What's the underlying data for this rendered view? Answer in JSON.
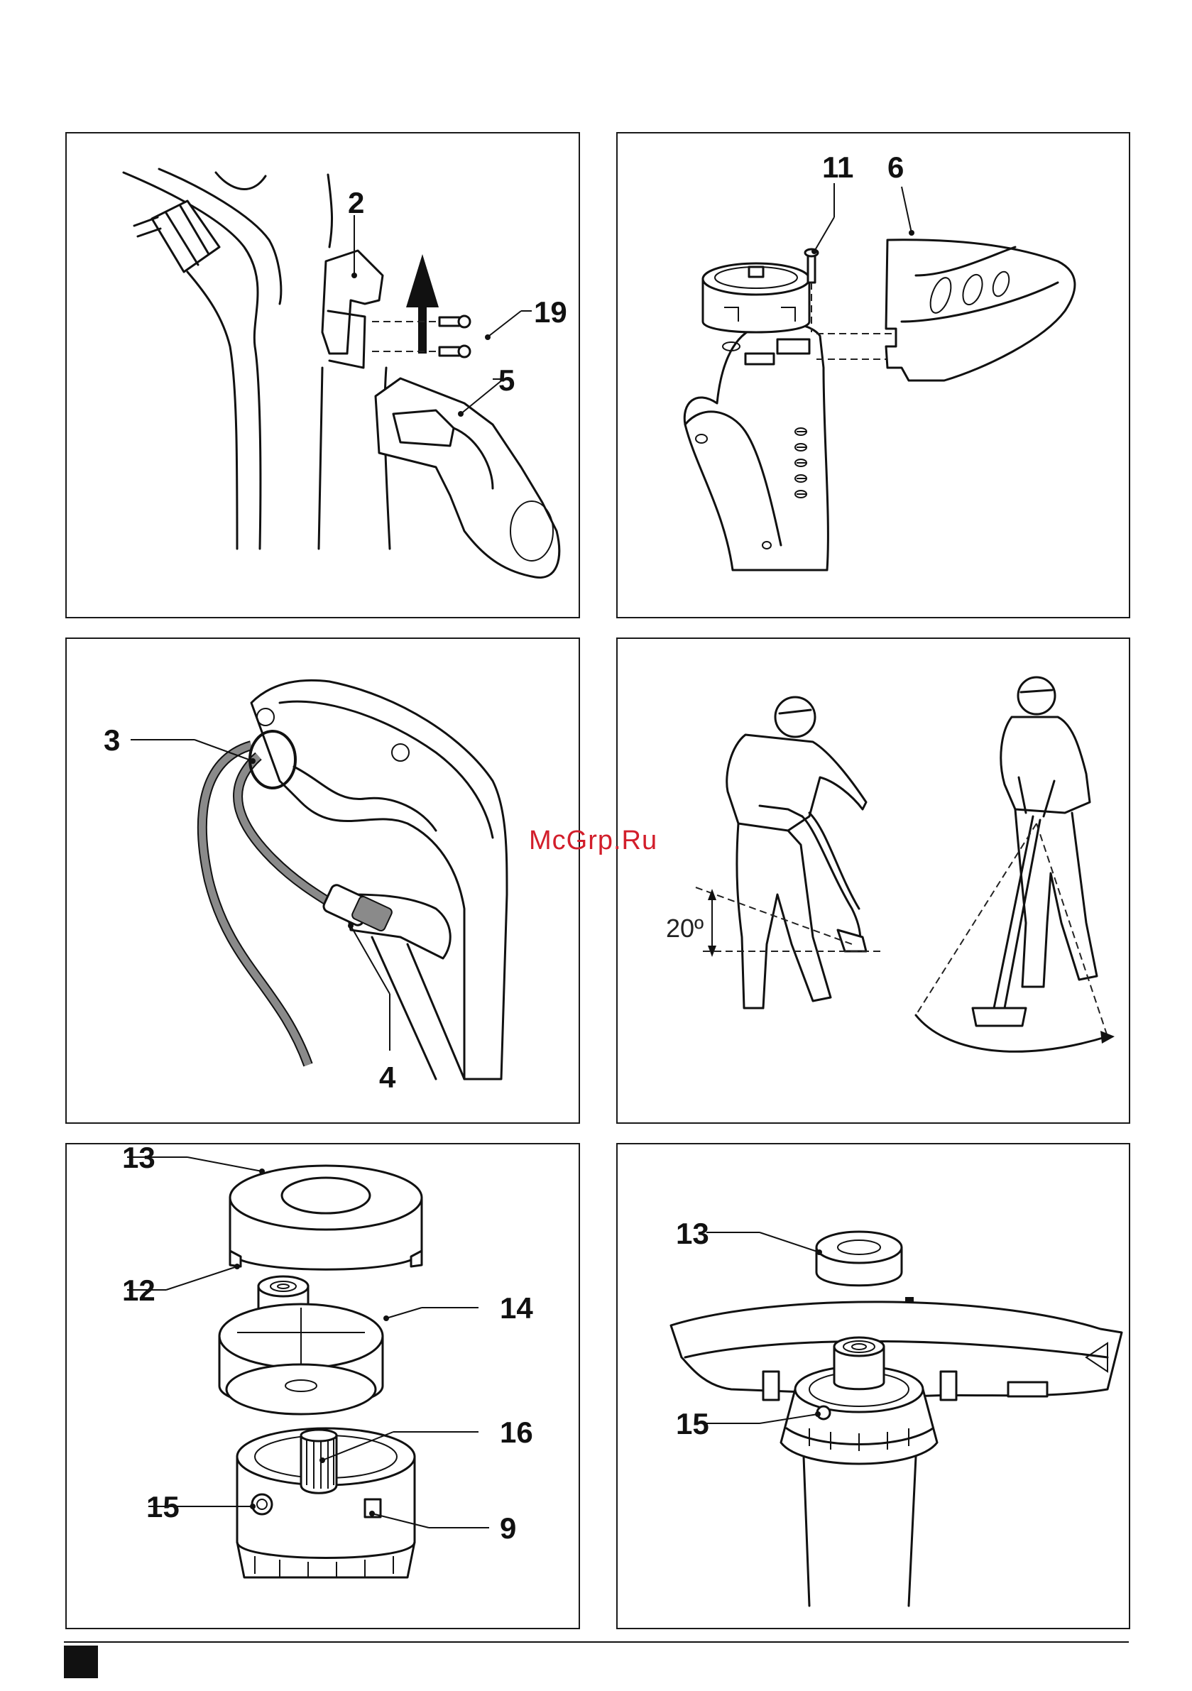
{
  "page": {
    "watermark": "McGrp.Ru"
  },
  "figures": [
    {
      "id": "fig-handle-assembly",
      "callouts": [
        "2",
        "19",
        "5"
      ]
    },
    {
      "id": "fig-guard-fitting",
      "callouts": [
        "11",
        "6"
      ]
    },
    {
      "id": "fig-cable-restraint",
      "callouts": [
        "3",
        "4"
      ]
    },
    {
      "id": "fig-operating-position",
      "callouts": [],
      "angle_label": "20º"
    },
    {
      "id": "fig-spool-exploded",
      "callouts": [
        "13",
        "12",
        "14",
        "16",
        "15",
        "9"
      ]
    },
    {
      "id": "fig-spool-cover-fit",
      "callouts": [
        "13",
        "15"
      ]
    }
  ],
  "colors": {
    "line": "#111111",
    "watermark": "#d21e2b",
    "background": "#ffffff"
  }
}
